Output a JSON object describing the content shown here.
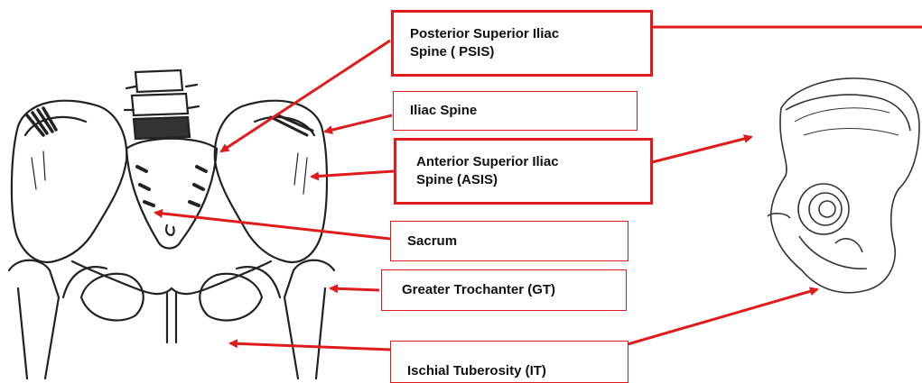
{
  "colors": {
    "callout": "#e01b1b",
    "ink": "#222222",
    "text": "#111111",
    "background": "#ffffff"
  },
  "labels": {
    "psis": "Posterior Superior  Iliac Spine ( PSIS)",
    "iliac_spine": "Iliac Spine",
    "asis": "Anterior Superior Iliac Spine (ASIS)",
    "sacrum": "Sacrum",
    "gt": "Greater Trochanter (GT)",
    "it": "Ischial Tuberosity (IT)"
  }
}
